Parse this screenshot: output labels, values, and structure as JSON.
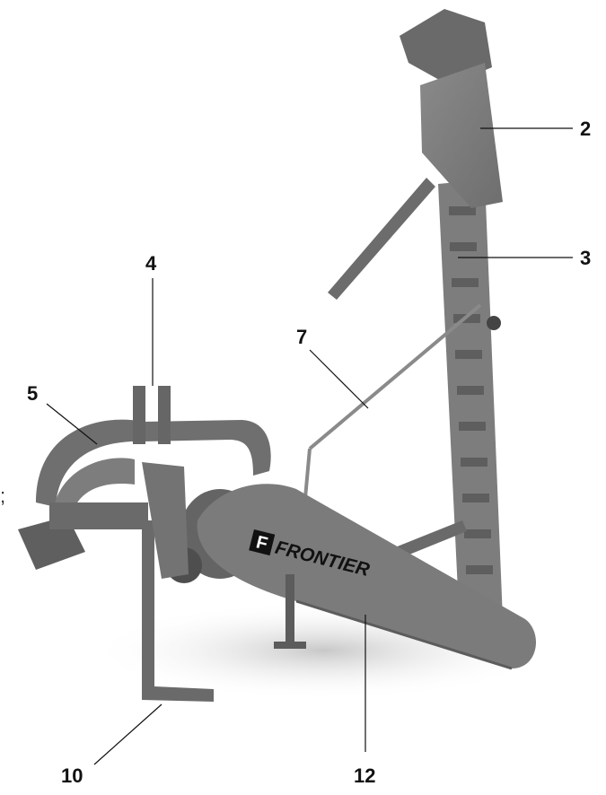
{
  "callouts": [
    {
      "id": "2",
      "label": "2"
    },
    {
      "id": "3",
      "label": "3"
    },
    {
      "id": "4",
      "label": "4"
    },
    {
      "id": "5",
      "label": "5"
    },
    {
      "id": "7",
      "label": "7"
    },
    {
      "id": "10",
      "label": "10"
    },
    {
      "id": "12",
      "label": "12"
    }
  ],
  "brand": {
    "logo_letter": "F",
    "name": "FRONTIER"
  },
  "edge_fragment": ";",
  "colors": {
    "body": "#7b7b7b",
    "dark": "#555555",
    "shadow": "#d2d2d2",
    "ink": "#111111"
  }
}
